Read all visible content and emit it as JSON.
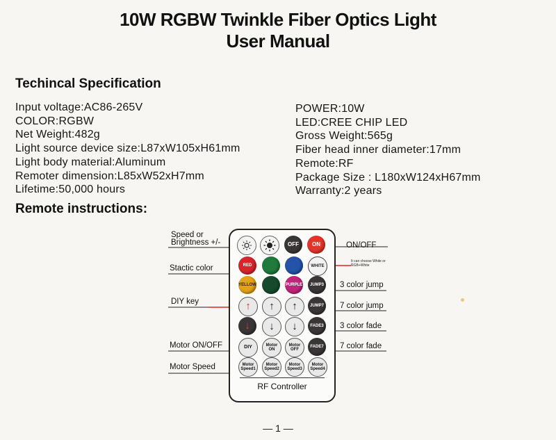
{
  "doc": {
    "title_line1": "10W RGBW Twinkle Fiber Optics Light",
    "title_line2": "User Manual",
    "spec_heading": "Techincal Specification",
    "remote_heading": "Remote instructions:",
    "page_number": "— 1 —"
  },
  "specs_left": [
    "Input voltage:AC86-265V",
    "COLOR:RGBW",
    "Net Weight:482g",
    "Light source device size:L87xW105xH61mm",
    "Light body material:Aluminum",
    "Remoter dimension:L85xW52xH7mm",
    "Lifetime:50,000 hours"
  ],
  "specs_right": [
    "POWER:10W",
    "LED:CREE CHIP LED",
    "Gross Weight:565g",
    "Fiber head inner diameter:17mm",
    "Remote:RF",
    "Package Size : L180xW124xH67mm",
    "Warranty:2 years"
  ],
  "remote": {
    "controller_label": "RF Controller",
    "labels_left": {
      "speed": "Speed or\nBrightness +/-",
      "static": "Stactic color",
      "diy": "DIY key",
      "motor_onoff": "Motor ON/OFF",
      "motor_speed": "Motor Speed"
    },
    "labels_right": {
      "onoff": "ON/OFF",
      "white_hint": "It can choose White or RGB+White",
      "jump3": "3 color jump",
      "jump7": "7 color jump",
      "fade3": "3 color fade",
      "fade7": "7 color fade"
    },
    "buttons": {
      "off": "OFF",
      "on": "ON",
      "red": "RED",
      "white": "WHITE",
      "yellow": "YELLOW",
      "purple": "PURPLE",
      "jump3": "JUMP3",
      "jump7": "JUMP7",
      "fade3": "FADE3",
      "fade7": "FADE7",
      "diy": "DIY",
      "motor_on": "Motor ON",
      "motor_off": "Motor OFF",
      "speed1": "Motor Speed1",
      "speed2": "Motor Speed2",
      "speed3": "Motor Speed3",
      "speed4": "Motor Speed4"
    },
    "colors": {
      "red": "#d8242b",
      "green": "#1f7a3c",
      "blue": "#2453a8",
      "yellow": "#e2a21a",
      "dark_green": "#174a2c",
      "purple": "#c0257a",
      "button_dark": "#3a3637",
      "on_red": "#e6342a",
      "arrow_red": "#d62a22"
    },
    "icons": {
      "brightness_down": "sun-small-icon",
      "brightness_up": "sun-large-icon",
      "arrow_up": "↑",
      "arrow_down": "↓"
    }
  }
}
